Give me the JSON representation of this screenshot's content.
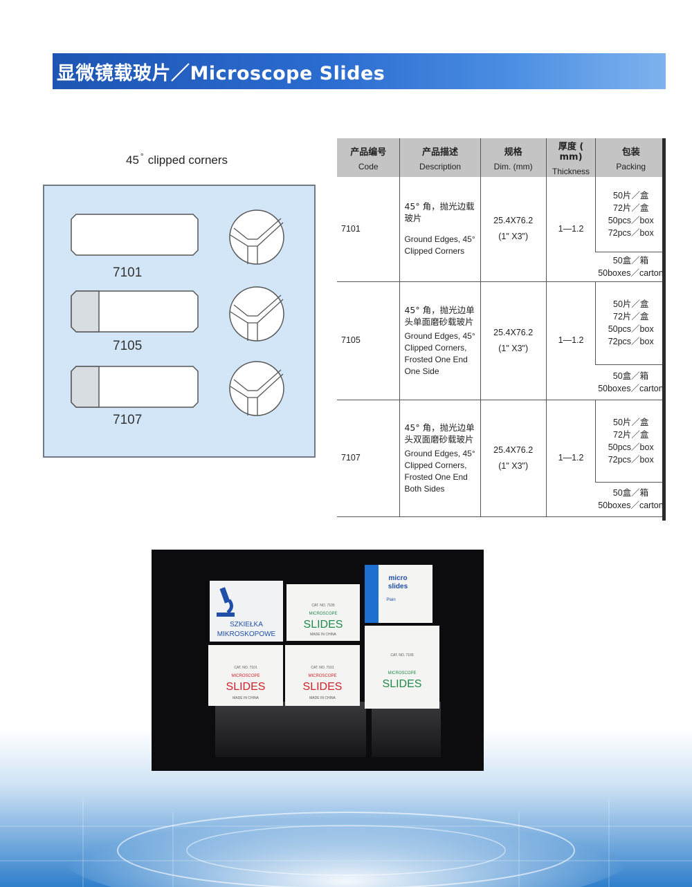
{
  "header": {
    "title": "显微镜载玻片／Microscope Slides"
  },
  "diagram": {
    "caption_prefix": "45",
    "caption_degree": "°",
    "caption_suffix": "clipped  corners",
    "slides": [
      {
        "code": "7101",
        "frosted": false
      },
      {
        "code": "7105",
        "frosted": true
      },
      {
        "code": "7107",
        "frosted": true
      }
    ]
  },
  "table": {
    "headers": [
      {
        "zh": "产品编号",
        "en": "Code"
      },
      {
        "zh": "产品描述",
        "en": "Description"
      },
      {
        "zh": "规格",
        "en": "Dim. (mm)"
      },
      {
        "zh": "厚度 ( mm)",
        "en": "Thickness"
      },
      {
        "zh": "包装",
        "en": "Packing"
      }
    ],
    "rows": [
      {
        "code": "7101",
        "desc_zh": "45° 角，抛光边载玻片",
        "desc_en": "Ground Edges, 45° Clipped Corners",
        "dim": "25.4X76.2",
        "dim_inch": "(1\" X3\")",
        "thickness": "1—1.2",
        "pack_zh1": "50片／盒",
        "pack_zh2": "72片／盒",
        "pack_en1": "50pcs／box",
        "pack_en2": "72pcs／box",
        "carton_zh": "50盒／箱",
        "carton_en": "50boxes／carton"
      },
      {
        "code": "7105",
        "desc_zh": "45° 角，抛光边单头单面磨砂载玻片",
        "desc_en": "Ground Edges, 45° Clipped Corners, Frosted One End One Side",
        "dim": "25.4X76.2",
        "dim_inch": "(1\" X3\")",
        "thickness": "1—1.2",
        "pack_zh1": "50片／盒",
        "pack_zh2": "72片／盒",
        "pack_en1": "50pcs／box",
        "pack_en2": "72pcs／box",
        "carton_zh": "50盒／箱",
        "carton_en": "50boxes／carton"
      },
      {
        "code": "7107",
        "desc_zh": "45° 角，抛光边单头双面磨砂载玻片",
        "desc_en": "Ground Edges, 45° Clipped Corners, Frosted One End Both Sides",
        "dim": "25.4X76.2",
        "dim_inch": "(1\" X3\")",
        "thickness": "1—1.2",
        "pack_zh1": "50片／盒",
        "pack_zh2": "72片／盒",
        "pack_en1": "50pcs／box",
        "pack_en2": "72pcs／box",
        "carton_zh": "50盒／箱",
        "carton_en": "50boxes／carton"
      }
    ]
  },
  "photo": {
    "boxes": [
      {
        "brand": "SZKIEŁKA",
        "brand2": "MIKROSKOPOWE",
        "color": "#1f4fa8"
      },
      {
        "cat": "CAT. NO. 7105",
        "title": "MICROSCOPE",
        "big": "SLIDES",
        "made": "MADE IN CHINA",
        "color": "#1f8a4a"
      },
      {
        "title": "micro",
        "title2": "slides",
        "sub": "Plain",
        "color": "#1f4fa8"
      },
      {
        "cat": "CAT. NO. 7101",
        "title": "MICROSCOPE",
        "big": "SLIDES",
        "made": "MADE IN CHINA",
        "color": "#d0202a"
      },
      {
        "cat": "CAT. NO. 7101",
        "title": "MICROSCOPE",
        "big": "SLIDES",
        "made": "MADE IN CHINA",
        "color": "#d0202a"
      },
      {
        "cat": "CAT. NO. 7105",
        "title": "MICROSCOPE",
        "big": "SLIDES",
        "color": "#1f8a4a"
      }
    ]
  },
  "colors": {
    "banner": "#1d55b3",
    "panel": "#d2e6f8",
    "table_header": "#c4c4c4"
  }
}
